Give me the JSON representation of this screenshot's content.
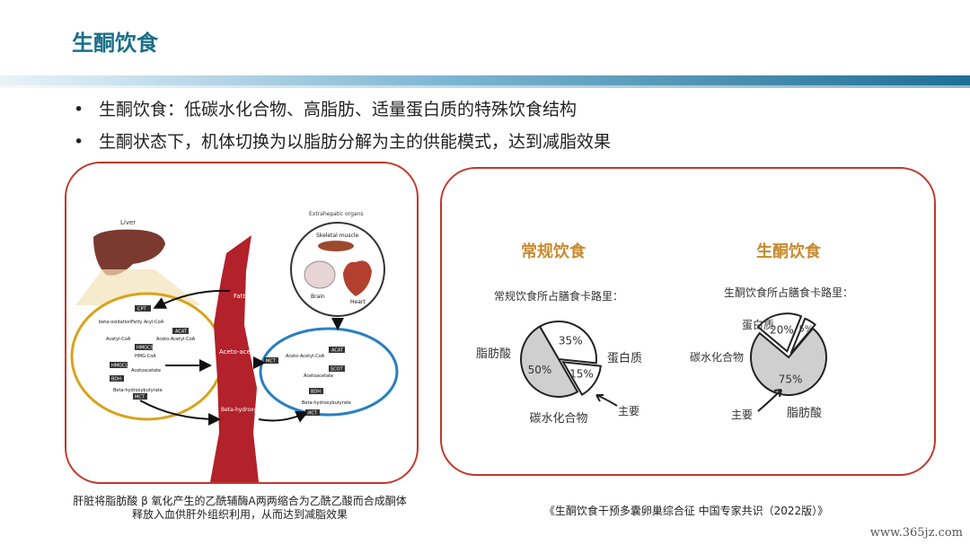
{
  "header": {
    "title": "生酮饮食"
  },
  "bullets": [
    "生酮饮食：低碳水化合物、高脂肪、适量蛋白质的特殊饮食结构",
    "生酮状态下，机体切换为以脂肪分解为主的供能模式，达到减脂效果"
  ],
  "left_figure": {
    "liver": "Liver",
    "extrahepatic": "Extrahepatic organs",
    "skeletal": "Skeletal muscle",
    "brain": "Brain",
    "heart": "Heart",
    "fatty_acid": "Fatty acid",
    "acetoacetate": "Aceto-acetate",
    "beta_hb": "Beta-hydroxy butyrate",
    "liver_labels": [
      "CPT",
      "beta-oxidation",
      "Fatty Acyl-CoA",
      "ACAT",
      "Acetyl-CoA",
      "Aceto-Acetyl-CoA",
      "HMGCS",
      "HMG-CoA",
      "HMGCL",
      "Acetoacetate",
      "BDH",
      "Beta-hydroxybutyrate",
      "MCT"
    ],
    "organ_labels": [
      "MCT",
      "Aceto-Acetyl-CoA",
      "ACAT",
      "SCOT",
      "Acetoacetate",
      "BDH",
      "Beta-hydroxybutyrate",
      "MCT"
    ],
    "caption_line1": "肝脏将脂肪酸 β 氧化产生的乙酰辅酶A两两缩合为乙酰乙酸而合成酮体",
    "caption_line2": "释放入血供肝外组织利用，从而达到减脂效果"
  },
  "right_figure": {
    "regular": {
      "heading": "常规饮食",
      "subtitle": "常规饮食所占膳食卡路里：",
      "fat_label": "脂肪酸",
      "protein_label": "蛋白质",
      "carb_label": "碳水化合物",
      "main_label": "主要"
    },
    "keto": {
      "heading": "生酮饮食",
      "subtitle": "生酮饮食所占膳食卡路里：",
      "protein_label": "蛋白质",
      "carb_label": "碳水化合物",
      "fat_label": "脂肪酸",
      "main_label": "主要"
    },
    "caption": "《生酮饮食干预多囊卵巢综合征 中国专家共识（2022版）》"
  },
  "chart_data": [
    {
      "type": "pie",
      "title": "常规饮食",
      "categories": [
        "脂肪酸",
        "蛋白质",
        "碳水化合物"
      ],
      "values": [
        35,
        15,
        50
      ],
      "value_labels": [
        "35%",
        "15%",
        "50%"
      ]
    },
    {
      "type": "pie",
      "title": "生酮饮食",
      "categories": [
        "蛋白质",
        "碳水化合物",
        "脂肪酸"
      ],
      "values": [
        20,
        5,
        75
      ],
      "value_labels": [
        "20%",
        "5%",
        "75%"
      ]
    }
  ],
  "watermark": "www.365jz.com",
  "colors": {
    "title": "#1a6f8a",
    "panel_border": "#c0392b",
    "vessel": "#b3212a",
    "liver_loop": "#d9a21b",
    "organ_loop": "#2a7fc0"
  }
}
